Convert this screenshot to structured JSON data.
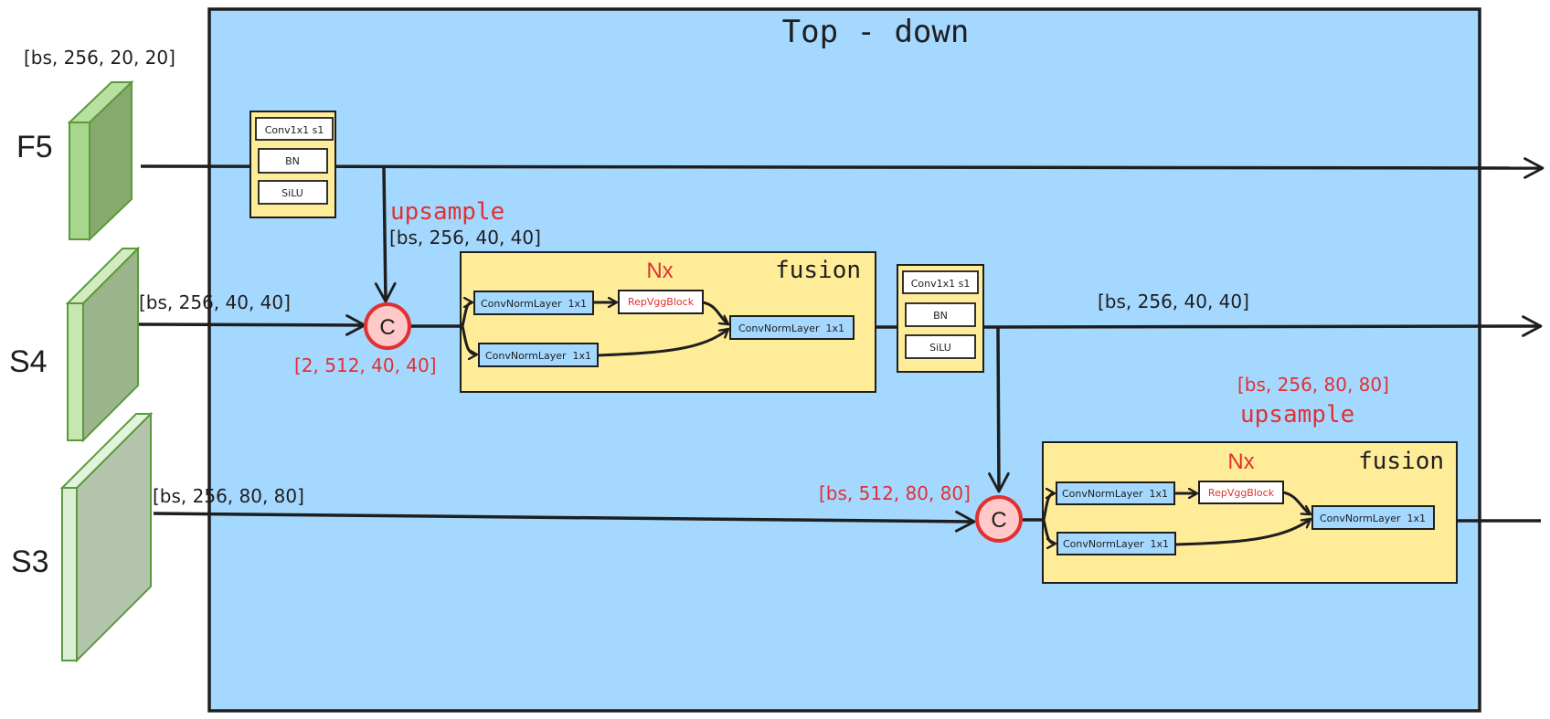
{
  "title": "Top - down",
  "colors": {
    "panel_bg": "#a5d8ff",
    "yellow": "#ffec99",
    "blue_box": "#a5d8ff",
    "red": "#e03131",
    "concat_fill": "#ffc9c9",
    "green_light": "#b2f2bb",
    "stroke": "#1e1e1e"
  },
  "inputs": [
    {
      "name": "F5",
      "shape": "[bs, 256, 20, 20]"
    },
    {
      "name": "S4",
      "shape": "[bs, 256, 40, 40]"
    },
    {
      "name": "S3",
      "shape": "[bs, 256, 80, 80]"
    }
  ],
  "lateral_blocks": [
    {
      "layers": [
        "Conv1x1 s1",
        "BN",
        "SiLU"
      ]
    },
    {
      "layers": [
        "Conv1x1 s1",
        "BN",
        "SiLU"
      ]
    }
  ],
  "upsample": [
    {
      "label": "upsample",
      "shape": "[bs, 256, 40, 40]"
    },
    {
      "label": "upsample",
      "shape": "[bs, 256, 80, 80]"
    }
  ],
  "concat": [
    {
      "symbol": "C",
      "shape": "[2, 512, 40, 40]"
    },
    {
      "symbol": "C",
      "shape": "[bs, 512, 80, 80]"
    }
  ],
  "fusion_blocks": [
    {
      "title": "fusion",
      "repeat": "Nx",
      "top_conv": "ConvNormLayer  1x1",
      "rep_block": "RepVggBlock",
      "bottom_conv": "ConvNormLayer  1x1",
      "out_conv": "ConvNormLayer  1x1"
    },
    {
      "title": "fusion",
      "repeat": "Nx",
      "top_conv": "ConvNormLayer  1x1",
      "rep_block": "RepVggBlock",
      "bottom_conv": "ConvNormLayer  1x1",
      "out_conv": "ConvNormLayer  1x1"
    }
  ],
  "output_shapes": [
    "[bs, 256, 40, 40]"
  ]
}
